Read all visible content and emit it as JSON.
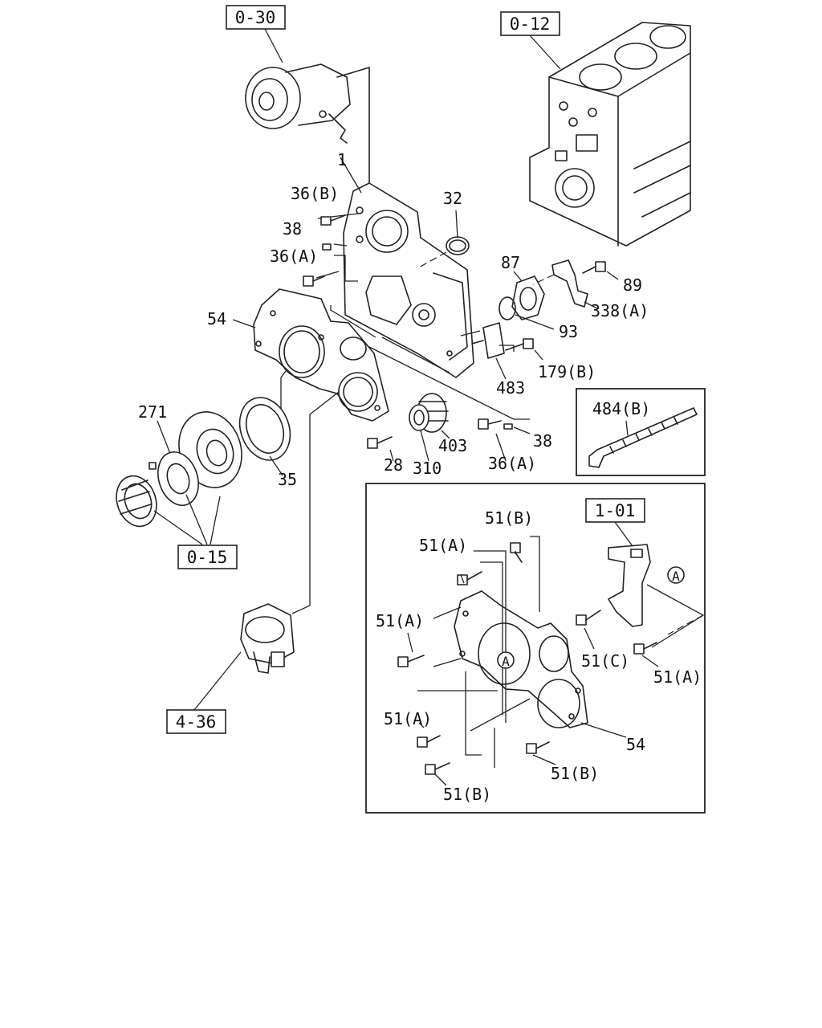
{
  "labels": {
    "l1": "1",
    "l36b": "36(B)",
    "l38a": "38",
    "l36a1": "36(A)",
    "l32": "32",
    "l54a": "54",
    "l87": "87",
    "l89": "89",
    "l338a": "338(A)",
    "l93": "93",
    "l179b": "179(B)",
    "l483": "483",
    "l271": "271",
    "l35": "35",
    "l28": "28",
    "l310": "310",
    "l403": "403",
    "l36a2": "36(A)",
    "l38b": "38",
    "l484b": "484(B)",
    "l51b1": "51(B)",
    "l51a1": "51(A)",
    "l51a2": "51(A)",
    "l51c": "51(C)",
    "l51a3": "51(A)",
    "l51a4": "51(A)",
    "l54b": "54",
    "l51b2": "51(B)",
    "l51b3": "51(B)",
    "circA1": "A",
    "circA2": "A"
  },
  "refs": {
    "r030": "0-30",
    "r012": "0-12",
    "r015": "0-15",
    "r436": "4-36",
    "r101": "1-01"
  }
}
